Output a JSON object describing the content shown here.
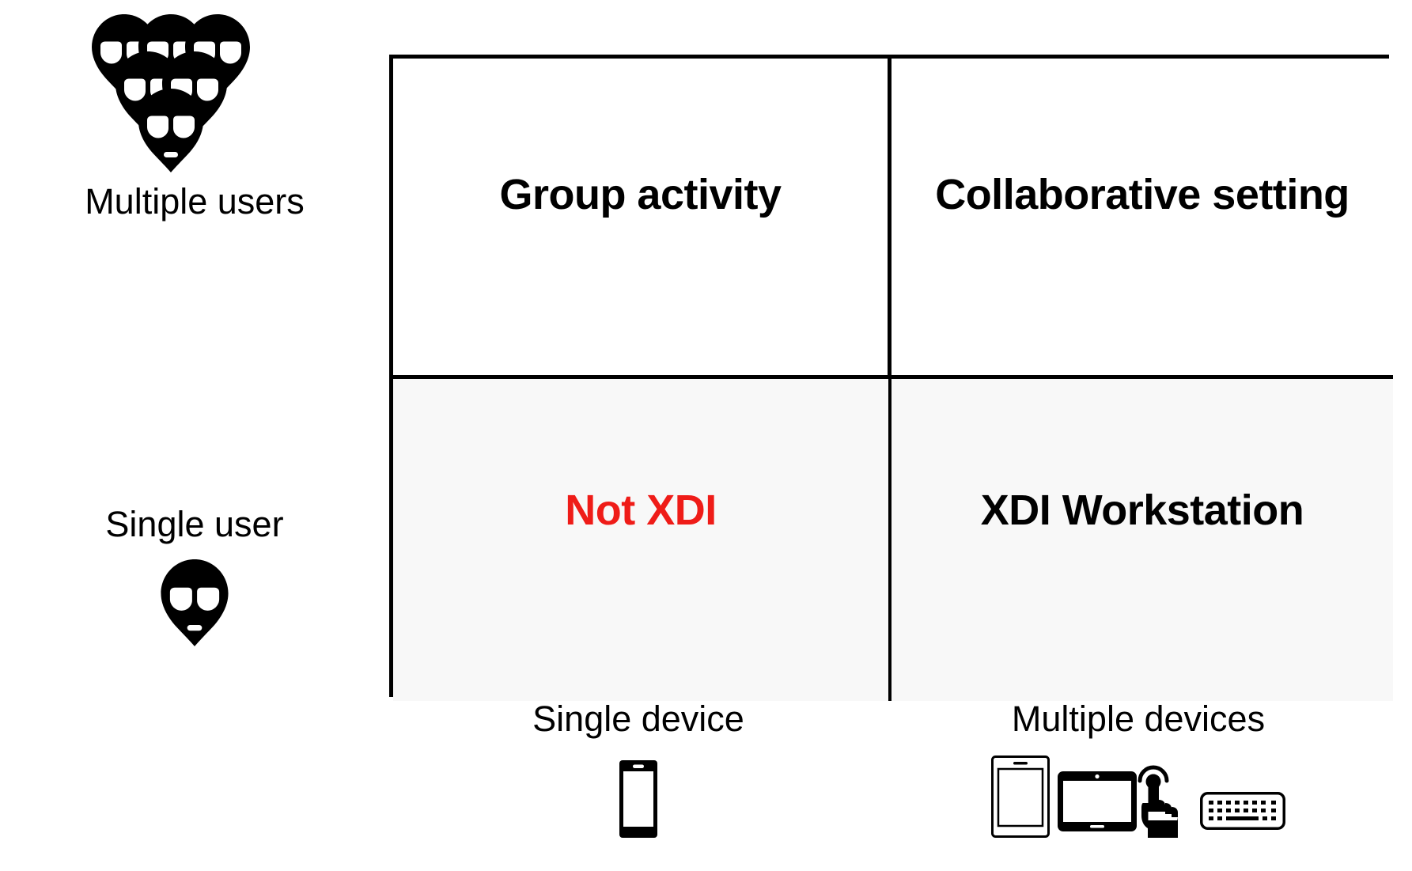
{
  "figure": {
    "type": "2x2-matrix",
    "description": "Two-by-two design space matrix of users versus devices"
  },
  "row_axis": {
    "items": [
      {
        "label": "Multiple users",
        "icon": "multiple-users-icon"
      },
      {
        "label": "Single user",
        "icon": "single-user-icon"
      }
    ]
  },
  "column_axis": {
    "items": [
      {
        "label": "Single device",
        "icons": [
          "phone-icon"
        ]
      },
      {
        "label": "Multiple devices",
        "icons": [
          "tablet-portrait-icon",
          "tablet-landscape-icon",
          "touch-hand-icon",
          "keyboard-icon"
        ]
      }
    ]
  },
  "matrix": {
    "cells": [
      {
        "label": "Group activity",
        "row": "Multiple users",
        "column": "Single device",
        "emphasis": "normal"
      },
      {
        "label": "Collaborative setting",
        "row": "Multiple users",
        "column": "Multiple devices",
        "emphasis": "normal"
      },
      {
        "label": "Not XDI",
        "row": "Single user",
        "column": "Single device",
        "emphasis": "negative"
      },
      {
        "label": "XDI Workstation",
        "row": "Single user",
        "column": "Multiple devices",
        "emphasis": "normal"
      }
    ]
  },
  "colors": {
    "background": "#ffffff",
    "border": "#000000",
    "text": "#000000",
    "accent_red": "#ef1c18",
    "bottom_row_fill": "#f8f8f8"
  }
}
